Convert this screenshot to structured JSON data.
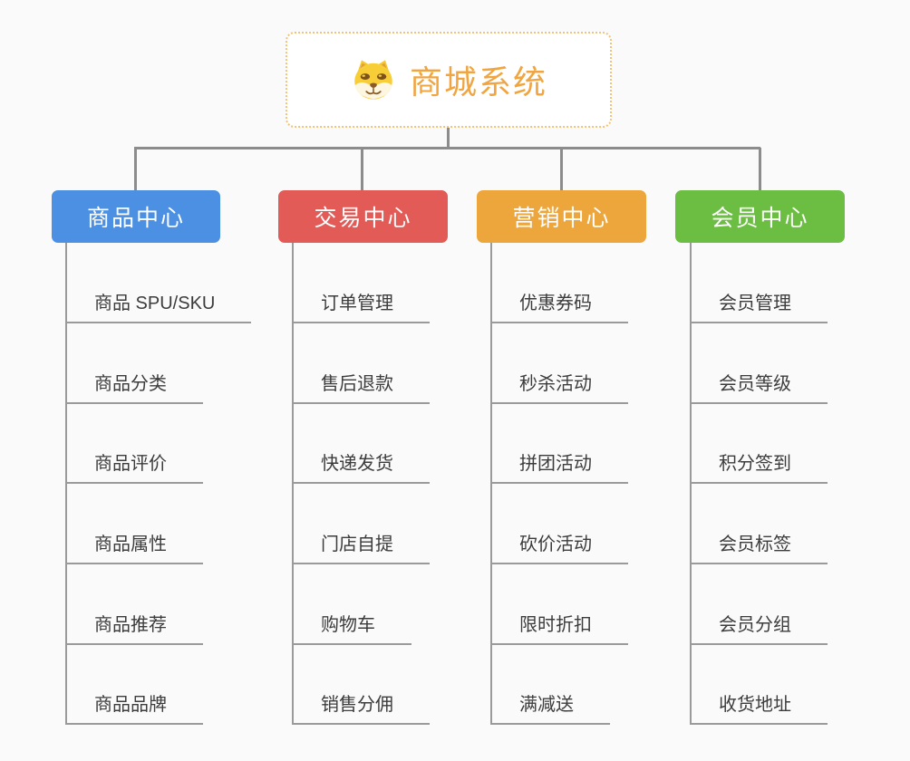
{
  "page": {
    "background_color": "#fafafa",
    "connector_color": "#8c8c8c",
    "child_line_color": "#9a9a9a",
    "child_text_color": "#3c3c3c"
  },
  "root": {
    "title": "商城系统",
    "icon": "dog-face-icon",
    "text_color": "#f0a541",
    "border_color": "#f3c276",
    "background": "#ffffff"
  },
  "branches": [
    {
      "label": "商品中心",
      "color": "#4b90e2",
      "children": [
        "商品 SPU/SKU",
        "商品分类",
        "商品评价",
        "商品属性",
        "商品推荐",
        "商品品牌"
      ]
    },
    {
      "label": "交易中心",
      "color": "#e25b57",
      "children": [
        "订单管理",
        "售后退款",
        "快递发货",
        "门店自提",
        "购物车",
        "销售分佣"
      ]
    },
    {
      "label": "营销中心",
      "color": "#eda63c",
      "children": [
        "优惠券码",
        "秒杀活动",
        "拼团活动",
        "砍价活动",
        "限时折扣",
        "满减送"
      ]
    },
    {
      "label": "会员中心",
      "color": "#6bbe42",
      "children": [
        "会员管理",
        "会员等级",
        "积分签到",
        "会员标签",
        "会员分组",
        "收货地址"
      ]
    }
  ]
}
